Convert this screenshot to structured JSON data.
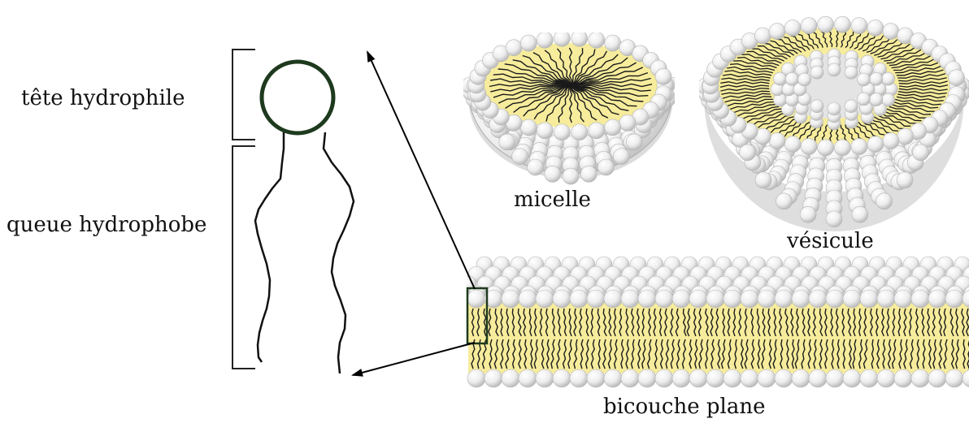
{
  "labels": {
    "head": "tête hydrophile",
    "tail": "queue hydrophobe",
    "micelle": "micelle",
    "vesicle": "vésicule",
    "bilayer": "bicouche plane"
  },
  "colors": {
    "head_stroke": "#1e3a1e",
    "tail_stroke": "#111111",
    "bracket": "#222222",
    "arrow": "#000000",
    "hydrophobic_core": "#f6ec9c",
    "sphere_fill": "#f4f4f4",
    "sphere_shade": "#c9c9c9",
    "highlight_box": "#1e3a1e"
  },
  "icons": {
    "amphiphile": "lipid-molecule-icon",
    "micelle": "micelle-icon",
    "vesicle": "vesicle-icon",
    "bilayer": "bilayer-icon"
  }
}
